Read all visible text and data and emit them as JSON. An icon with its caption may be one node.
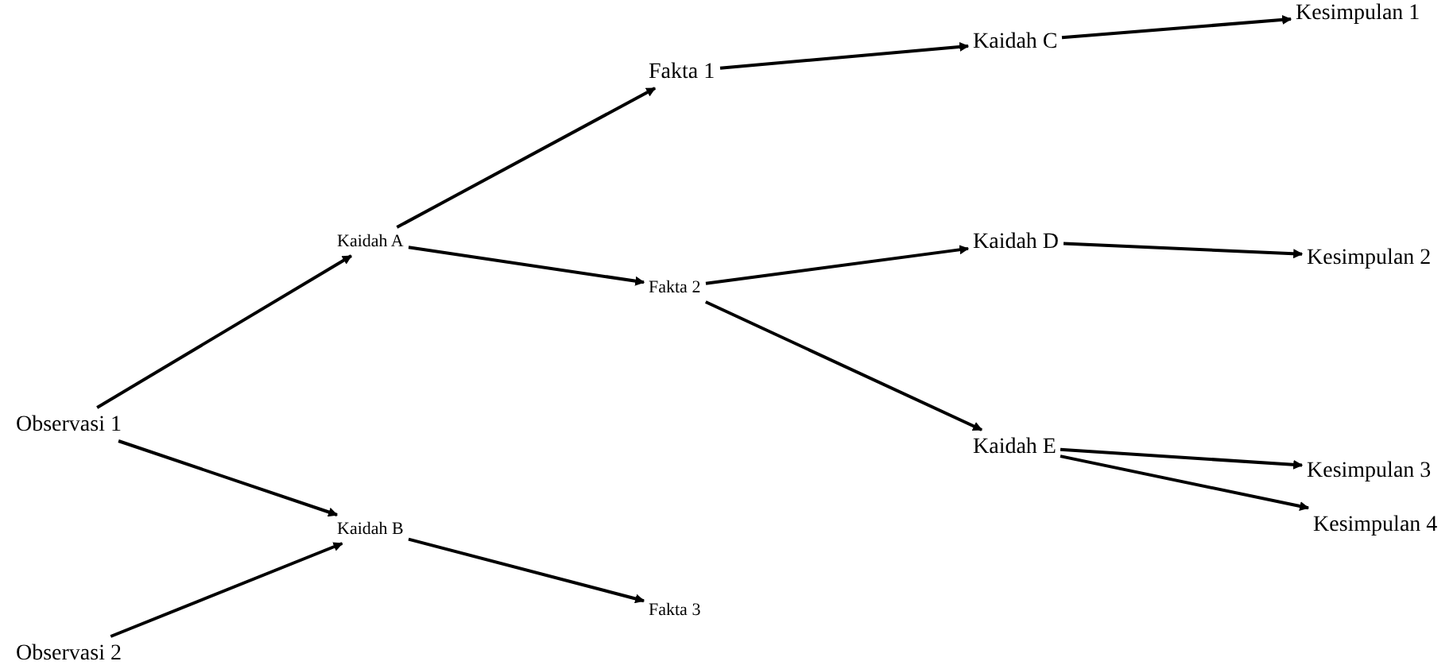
{
  "diagram": {
    "nodes": [
      {
        "text": [
          "Observasi 1"
        ]
      },
      {
        "text": [
          "Observasi 2"
        ]
      },
      {
        "text": [
          "Kaidah A"
        ]
      },
      {
        "text": [
          "Kaidah B"
        ]
      },
      {
        "text": [
          "Fakta 1"
        ]
      },
      {
        "text": [
          "Fakta 2"
        ]
      },
      {
        "text": [
          "Fakta 3"
        ]
      },
      {
        "text": [
          "Kaidah C"
        ]
      },
      {
        "text": [
          "Kaidah D"
        ]
      },
      {
        "text": [
          "Kaidah E"
        ]
      },
      {
        "text": [
          "Kesimpulan 1"
        ]
      },
      {
        "text": [
          "Kesimpulan 2"
        ]
      },
      {
        "text": [
          "Kesimpulan 3"
        ]
      },
      {
        "text": [
          "Kesimpulan 4"
        ]
      }
    ],
    "edges": [
      {
        "from": 0,
        "to": 2,
        "arrow": "to"
      },
      {
        "from": 0,
        "to": 3,
        "arrow": "to"
      },
      {
        "from": 1,
        "to": 3,
        "arrow": "to"
      },
      {
        "from": 2,
        "to": 4,
        "arrow": "to"
      },
      {
        "from": 2,
        "to": 5,
        "arrow": "to"
      },
      {
        "from": 3,
        "to": 6,
        "arrow": "to"
      },
      {
        "from": 4,
        "to": 7,
        "arrow": "to"
      },
      {
        "from": 5,
        "to": 8,
        "arrow": "to"
      },
      {
        "from": 5,
        "to": 9,
        "arrow": "to"
      },
      {
        "from": 7,
        "to": 10,
        "arrow": "to"
      },
      {
        "from": 8,
        "to": 11,
        "arrow": "to"
      },
      {
        "from": 9,
        "to": 12,
        "arrow": "to"
      },
      {
        "from": 9,
        "to": 13,
        "arrow": "to"
      }
    ]
  }
}
